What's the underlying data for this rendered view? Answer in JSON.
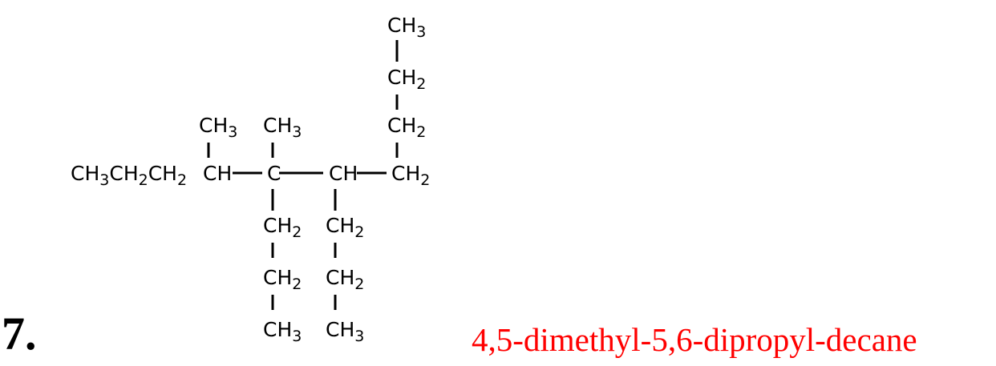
{
  "question": {
    "number": "7."
  },
  "answer": {
    "name": "4,5-dimethyl-5,6-dipropyl-decane",
    "color": "#ff0000"
  },
  "structure": {
    "main_chain_left": "CH3CH2CH2",
    "groups": [
      "CH",
      "C",
      "CH",
      "CH2"
    ],
    "substituents": {
      "c1_up": [
        "CH3"
      ],
      "c2_up": [
        "CH3"
      ],
      "c2_down": [
        "CH2",
        "CH2",
        "CH3"
      ],
      "c3_down": [
        "CH2",
        "CH2",
        "CH3"
      ],
      "c4_up": [
        "CH2",
        "CH2",
        "CH3"
      ]
    }
  }
}
